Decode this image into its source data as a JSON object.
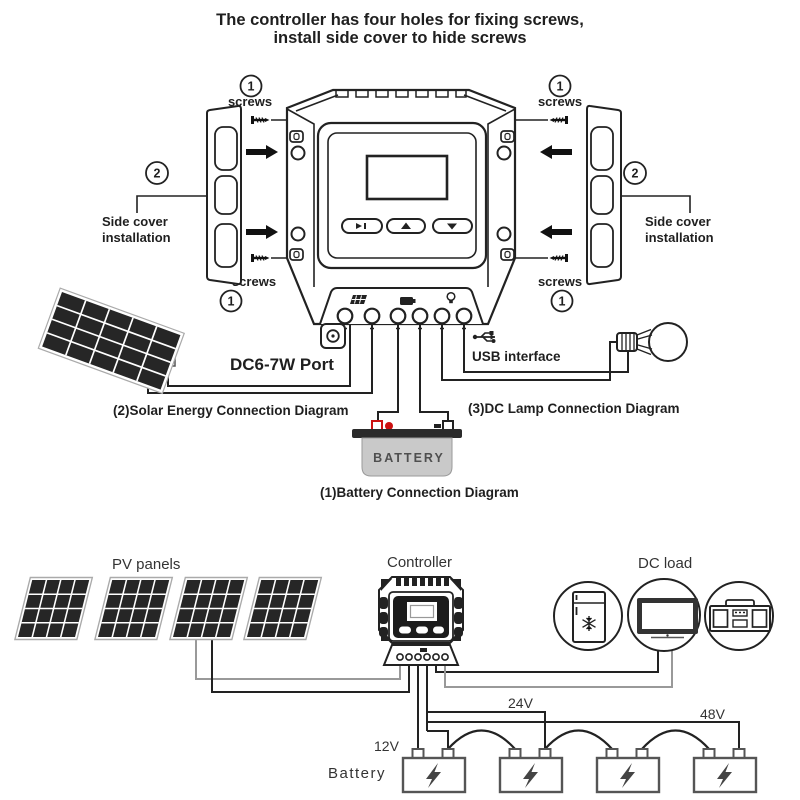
{
  "title": {
    "line1": "The controller has four holes for fixing screws,",
    "line2": "install side cover to hide screws"
  },
  "install": {
    "step1": "1",
    "step2": "2",
    "screws": "screws",
    "side_cover_line1": "Side cover",
    "side_cover_line2": "installation",
    "dc_port": "DC6-7W Port",
    "usb": "USB interface",
    "battery_box": "BATTERY",
    "caption_solar": "(2)Solar Energy Connection Diagram",
    "caption_battery": "(1)Battery Connection Diagram",
    "caption_lamp": "(3)DC Lamp Connection Diagram"
  },
  "system": {
    "pv": "PV panels",
    "controller": "Controller",
    "dc_load": "DC load",
    "battery": "Battery",
    "v12": "12V",
    "v24": "24V",
    "v48": "48V"
  },
  "colors": {
    "line": "#222222",
    "gray_wire": "#999999",
    "battery_fill": "#c9c9c9",
    "battery_lid": "#2b2b2b",
    "red_terminal": "#cc1111",
    "panel_dark": "#262626"
  }
}
